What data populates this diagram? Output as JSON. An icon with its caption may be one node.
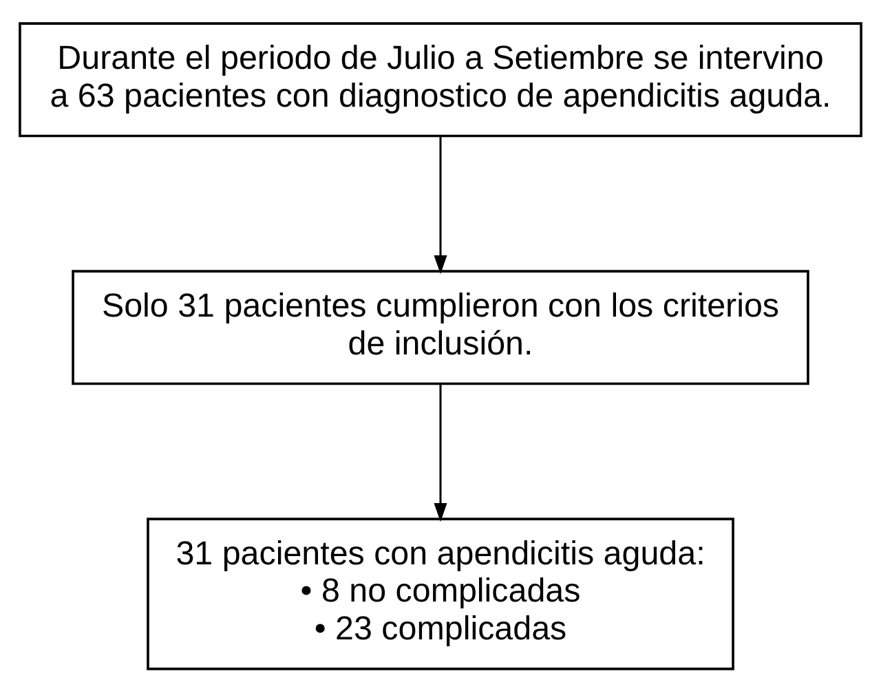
{
  "diagram": {
    "nodes": [
      {
        "text": [
          "Durante el periodo de Julio a Setiembre se intervino a 63 pacientes con diagnostico de apendicitis aguda."
        ]
      },
      {
        "text": [
          "Solo 31 pacientes cumplieron con los criterios de inclusión."
        ]
      },
      {
        "text": [
          "31 pacientes con apendicitis aguda:",
          "• 8 no complicadas",
          "• 23 complicadas"
        ]
      }
    ],
    "edges": [
      {
        "from": 0,
        "to": 1,
        "arrow": "to"
      },
      {
        "from": 1,
        "to": 2,
        "arrow": "to"
      }
    ]
  }
}
